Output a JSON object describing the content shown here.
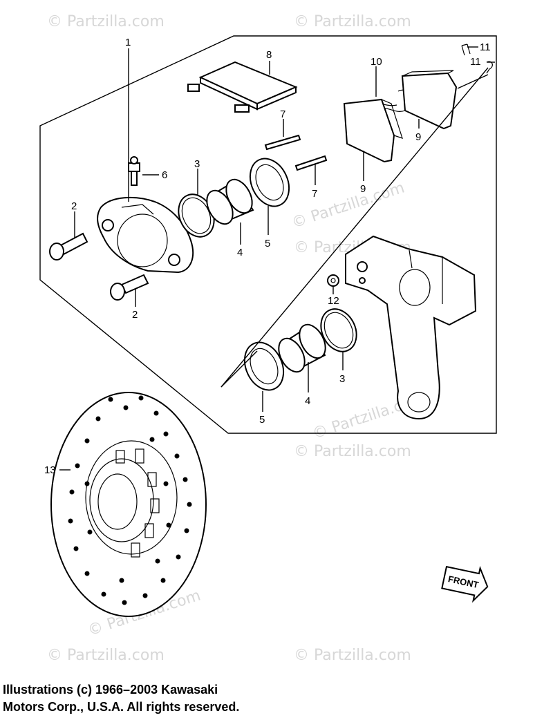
{
  "watermark": "© Partzilla.com",
  "callouts": {
    "c1": "1",
    "c2a": "2",
    "c2b": "2",
    "c3a": "3",
    "c3b": "3",
    "c4a": "4",
    "c4b": "4",
    "c5a": "5",
    "c5b": "5",
    "c6": "6",
    "c7a": "7",
    "c7b": "7",
    "c8": "8",
    "c9a": "9",
    "c9b": "9",
    "c10": "10",
    "c11a": "11",
    "c11b": "11",
    "c12": "12",
    "c13": "13"
  },
  "front_label": "FRONT",
  "copyright": {
    "line1": "Illustrations (c) 1966–2003 Kawasaki",
    "line2": "Motors Corp., U.S.A.  All rights reserved."
  }
}
